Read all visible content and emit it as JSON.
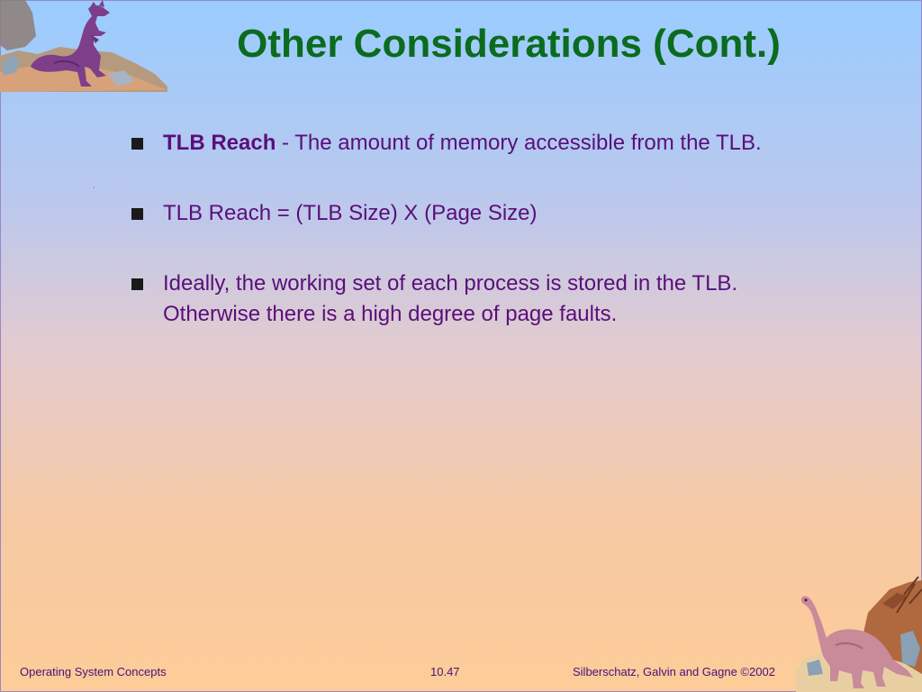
{
  "slide": {
    "title": "Other Considerations (Cont.)",
    "bullets": [
      {
        "term": "TLB Reach",
        "text": " - The amount of memory accessible from the TLB."
      },
      {
        "term": "",
        "text": "TLB Reach = (TLB Size) X (Page Size)"
      },
      {
        "term": "",
        "text": "Ideally, the working set of each process is stored in the TLB. Otherwise there is a high degree of page faults."
      }
    ]
  },
  "footer": {
    "left": "Operating System Concepts",
    "center": "10.47",
    "right": "Silberschatz, Galvin and  Gagne ©2002"
  },
  "colors": {
    "title": "#0b6b1e",
    "body_text": "#5a0f7a",
    "footer_text": "#4a1078",
    "background_top": "#99ccff",
    "background_bottom": "#fdcc98"
  },
  "icons": {
    "top_left": "dinosaur-on-rock-illustration",
    "bottom_right": "brontosaurus-on-cliff-illustration",
    "bullet": "square-bullet"
  }
}
